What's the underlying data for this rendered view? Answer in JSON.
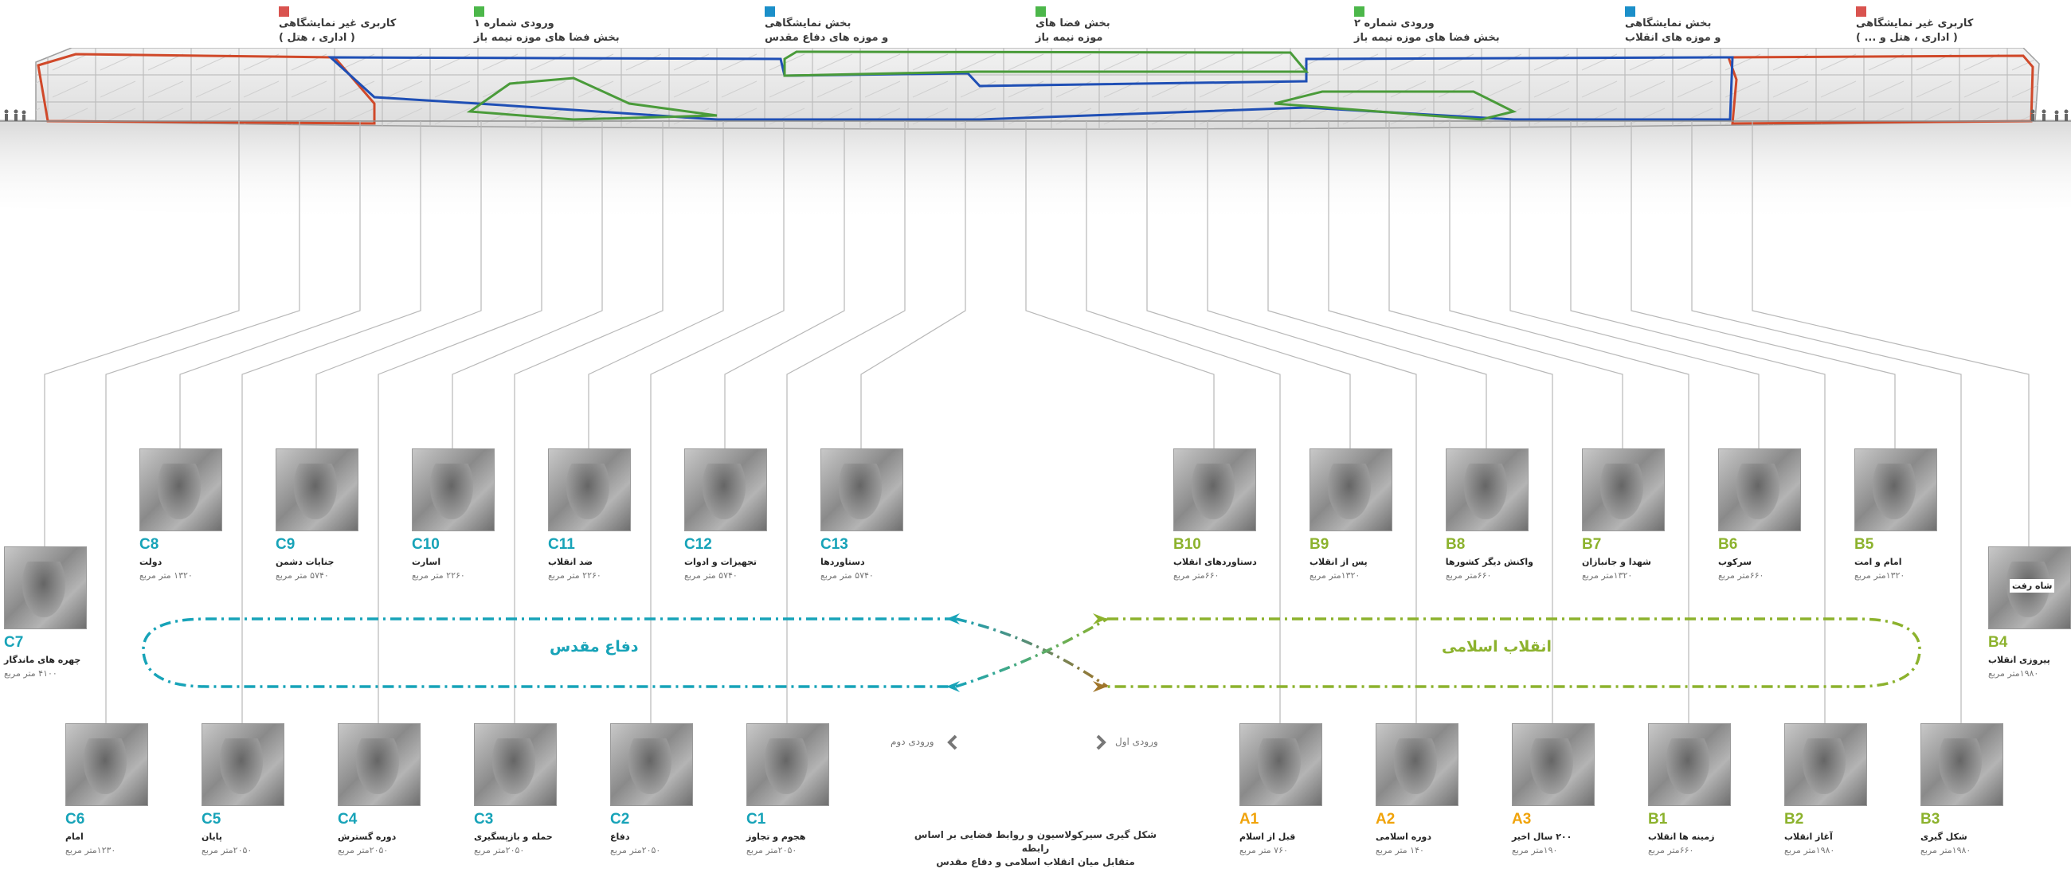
{
  "legend": [
    {
      "color": "#d9534f",
      "line1": "کاربری غیر نمایشگاهی",
      "line2": "( اداری ، هتل )"
    },
    {
      "color": "#4cb74a",
      "line1": "ورودی شماره ۱",
      "line2": "بخش فضا های موزه نیمه باز"
    },
    {
      "color": "#1b8fc9",
      "line1": "بخش نمایشگاهی",
      "line2": "و موزه های دفاع مقدس"
    },
    {
      "color": "#4cb74a",
      "line1": "بخش فضا های",
      "line2": "موزه نیمه باز"
    },
    {
      "color": "#4cb74a",
      "line1": "ورودی شماره ۲",
      "line2": "بخش فضا های موزه نیمه باز"
    },
    {
      "color": "#1b8fc9",
      "line1": "بخش نمایشگاهی",
      "line2": "و موزه های انقلاب"
    },
    {
      "color": "#d9534f",
      "line1": "کاربری غیر نمایشگاهی",
      "line2": "( اداری ، هتل و ... )"
    }
  ],
  "colors": {
    "cyan": "#17a3b8",
    "green": "#8cb22d",
    "orange": "#f0a30a",
    "outline_red": "#d0492a",
    "outline_blue": "#1f4fb5",
    "outline_green": "#4a9b3a"
  },
  "top_row": [
    {
      "code": "C8",
      "title": "دولت",
      "area": "۱۳۲۰ متر مربع",
      "tone": "cyan"
    },
    {
      "code": "C9",
      "title": "جنایات دشمن",
      "area": "۵۷۴۰ متر مربع",
      "tone": "cyan"
    },
    {
      "code": "C10",
      "title": "اسارت",
      "area": "۲۲۶۰ متر مربع",
      "tone": "cyan"
    },
    {
      "code": "C11",
      "title": "ضد انقلاب",
      "area": "۲۲۶۰ متر مربع",
      "tone": "cyan"
    },
    {
      "code": "C12",
      "title": "تجهیزات و ادوات",
      "area": "۵۷۴۰ متر مربع",
      "tone": "cyan"
    },
    {
      "code": "C13",
      "title": "دستاوردها",
      "area": "۵۷۴۰ متر مربع",
      "tone": "cyan"
    },
    {
      "code": "B10",
      "title": "دستاوردهای انقلاب",
      "area": "۶۶۰متر مربع",
      "tone": "green"
    },
    {
      "code": "B9",
      "title": "پس از انقلاب",
      "area": "۱۳۲۰متر مربع",
      "tone": "green"
    },
    {
      "code": "B8",
      "title": "واکنش دیگر کشورها",
      "area": "۶۶۰متر مربع",
      "tone": "green"
    },
    {
      "code": "B7",
      "title": "شهدا و جانبازان",
      "area": "۱۳۲۰متر مربع",
      "tone": "green"
    },
    {
      "code": "B6",
      "title": "سرکوب",
      "area": "۶۶۰متر مربع",
      "tone": "green"
    },
    {
      "code": "B5",
      "title": "امام و امت",
      "area": "۱۳۲۰متر مربع",
      "tone": "green"
    }
  ],
  "side_left": {
    "code": "C7",
    "title": "چهره های ماندگار",
    "area": "۴۱۰۰ متر مربع",
    "tone": "cyan"
  },
  "side_right": {
    "code": "B4",
    "title": "پیروزی انقلاب",
    "area": "۱۹۸۰متر مربع",
    "tone": "green"
  },
  "bottom_row": [
    {
      "code": "C6",
      "title": "امام",
      "area": "۱۲۳۰متر مربع",
      "tone": "cyan"
    },
    {
      "code": "C5",
      "title": "پایان",
      "area": "۲۰۵۰متر مربع",
      "tone": "cyan"
    },
    {
      "code": "C4",
      "title": "دوره گسترش",
      "area": "۲۰۵۰متر مربع",
      "tone": "cyan"
    },
    {
      "code": "C3",
      "title": "حمله و بازپسگیری",
      "area": "۲۰۵۰متر مربع",
      "tone": "cyan"
    },
    {
      "code": "C2",
      "title": "دفاع",
      "area": "۲۰۵۰متر مربع",
      "tone": "cyan"
    },
    {
      "code": "C1",
      "title": "هجوم و تجاوز",
      "area": "۲۰۵۰متر مربع",
      "tone": "cyan"
    },
    {
      "code": "A1",
      "title": "قبل از اسلام",
      "area": "۷۶۰ متر مربع",
      "tone": "orange"
    },
    {
      "code": "A2",
      "title": "دوره اسلامی",
      "area": "۱۴۰ متر مربع",
      "tone": "orange"
    },
    {
      "code": "A3",
      "title": "۲۰۰ سال اخیر",
      "area": "۱۹۰متر مربع",
      "tone": "orange"
    },
    {
      "code": "B1",
      "title": "زمینه ها انقلاب",
      "area": "۶۶۰متر مربع",
      "tone": "green"
    },
    {
      "code": "B2",
      "title": "آغاز انقلاب",
      "area": "۱۹۸۰متر مربع",
      "tone": "green"
    },
    {
      "code": "B3",
      "title": "شکل گیری",
      "area": "۱۹۸۰متر مربع",
      "tone": "green"
    }
  ],
  "loop": {
    "left_label": "دفاع مقدس",
    "right_label": "انقلاب اسلامی"
  },
  "entries": {
    "second": "ورودی دوم",
    "first": "ورودی اول"
  },
  "caption": {
    "line1": "شکل گیری سیرکولاسیون و روابط فضایی بر اساس رابطه",
    "line2": "متقابل میان انقلاب اسلامی و دفاع مقدس"
  },
  "photo_sign_text": "شاه رفت",
  "icons": {
    "entry_arrow_left": "chevron-left-icon",
    "entry_arrow_right": "chevron-right-icon"
  }
}
